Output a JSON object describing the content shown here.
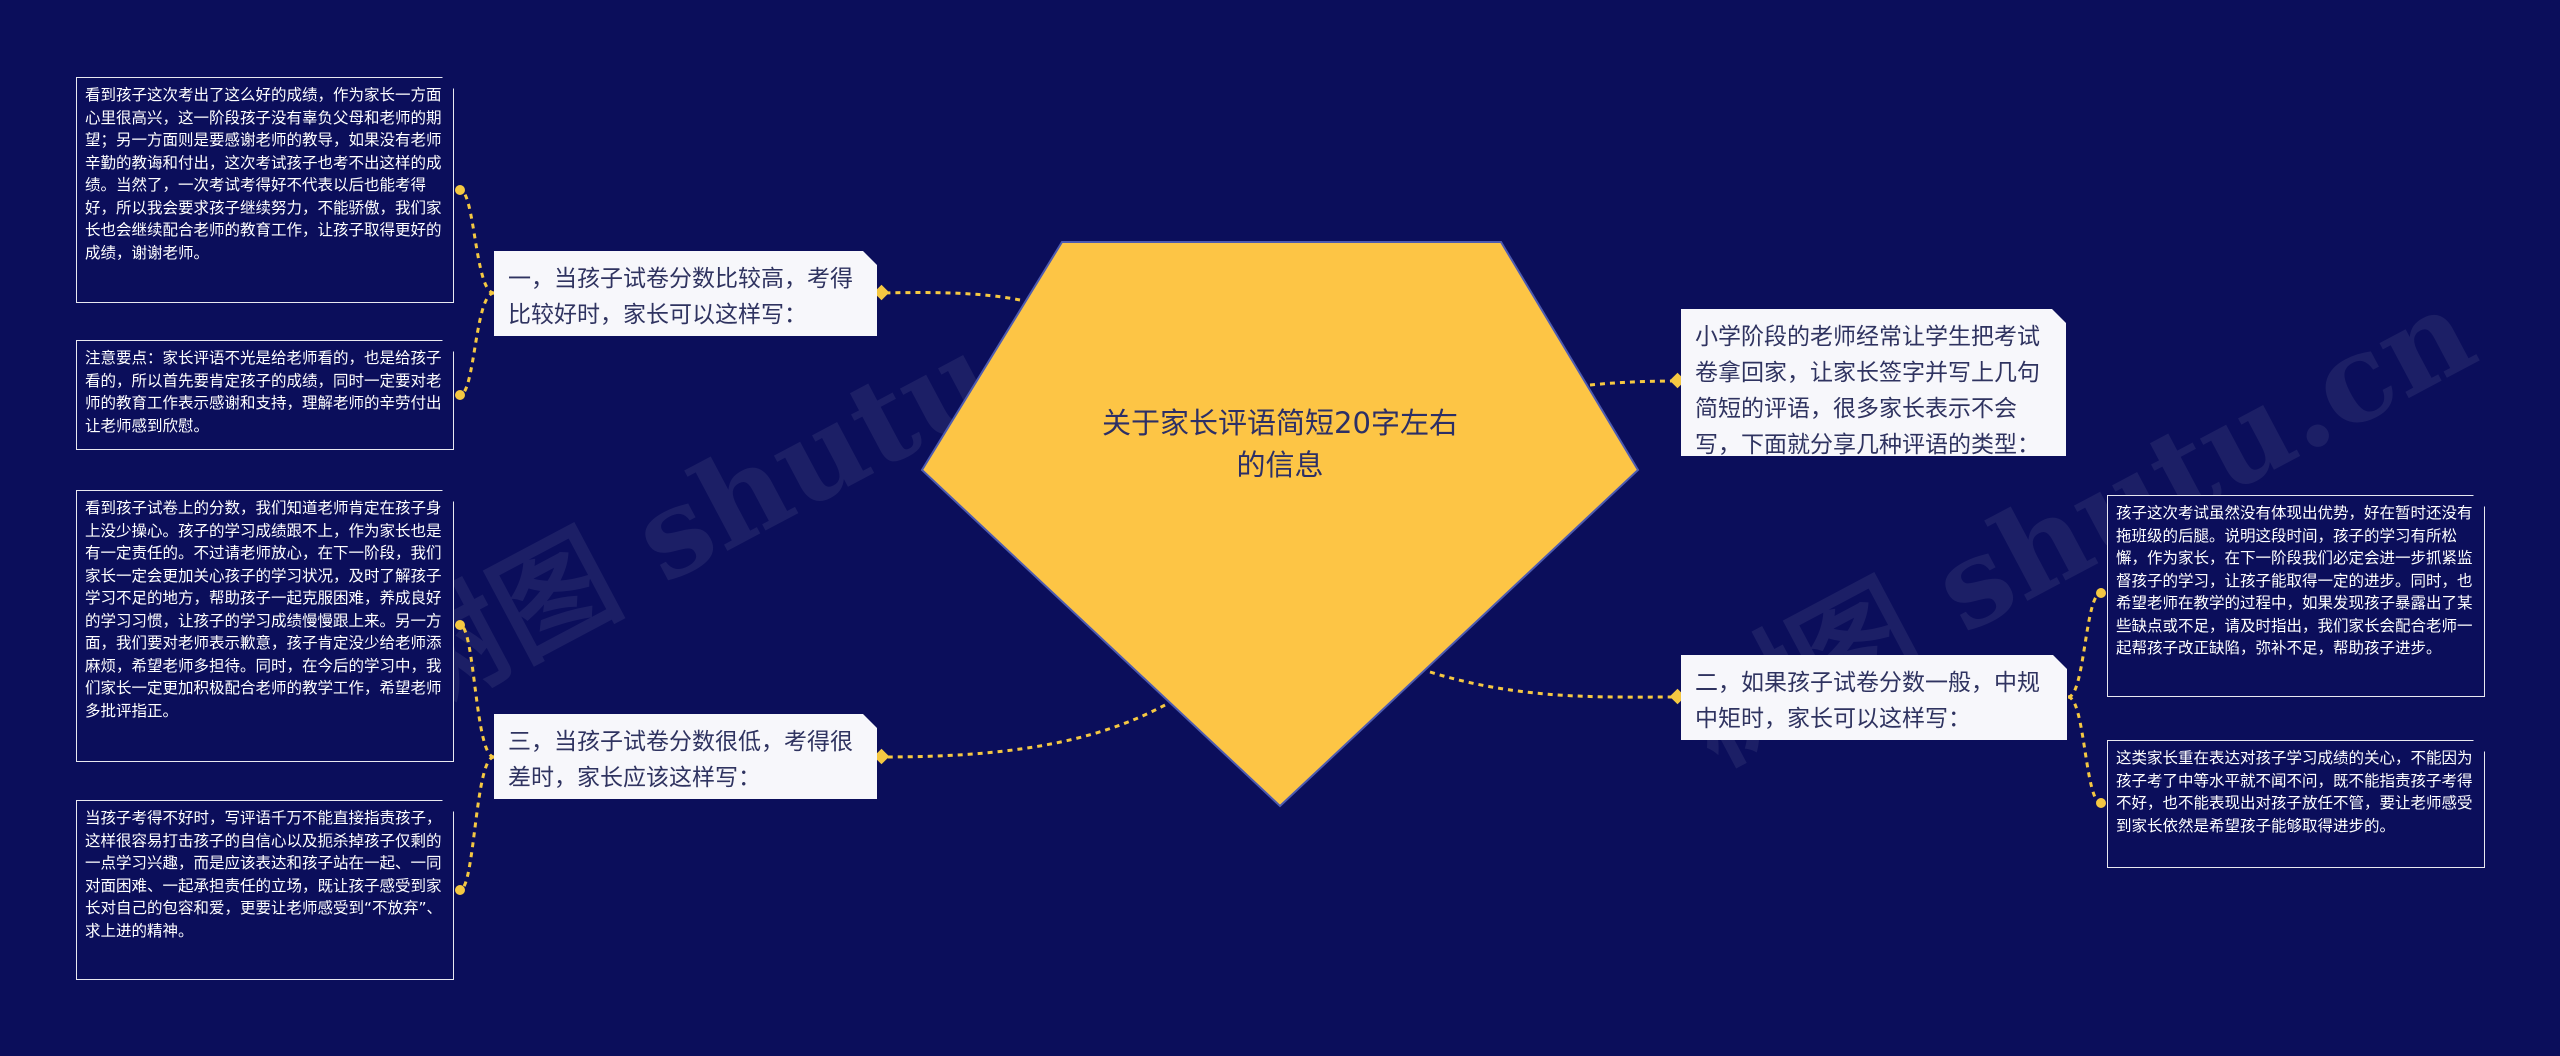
{
  "center": {
    "title": "关于家长评语简短20字左右的信息"
  },
  "colors": {
    "background": "#0b0e5b",
    "center_fill": "#fdc545",
    "connector": "#f5c842",
    "branch_fill": "#f7f7fb",
    "leaf_border": "#e8e8f0"
  },
  "watermark": "树图 shutu.cn",
  "branches": {
    "intro": "小学阶段的老师经常让学生把考试卷拿回家，让家长签字并写上几句简短的评语，很多家长表示不会写，下面就分享几种评语的类型：",
    "high": {
      "label": "一，当孩子试卷分数比较高，考得比较好时，家长可以这样写：",
      "leaves": [
        "看到孩子这次考出了这么好的成绩，作为家长一方面心里很高兴，这一阶段孩子没有辜负父母和老师的期望；另一方面则是要感谢老师的教导，如果没有老师辛勤的教诲和付出，这次考试孩子也考不出这样的成绩。当然了，一次考试考得好不代表以后也能考得好，所以我会要求孩子继续努力，不能骄傲，我们家长也会继续配合老师的教育工作，让孩子取得更好的成绩，谢谢老师。",
        "注意要点：家长评语不光是给老师看的，也是给孩子看的，所以首先要肯定孩子的成绩，同时一定要对老师的教育工作表示感谢和支持，理解老师的辛劳付出让老师感到欣慰。"
      ]
    },
    "low": {
      "label": "三，当孩子试卷分数很低，考得很差时，家长应该这样写：",
      "leaves": [
        "看到孩子试卷上的分数，我们知道老师肯定在孩子身上没少操心。孩子的学习成绩跟不上，作为家长也是有一定责任的。不过请老师放心，在下一阶段，我们家长一定会更加关心孩子的学习状况，及时了解孩子学习不足的地方，帮助孩子一起克服困难，养成良好的学习习惯，让孩子的学习成绩慢慢跟上来。另一方面，我们要对老师表示歉意，孩子肯定没少给老师添麻烦，希望老师多担待。同时，在今后的学习中，我们家长一定更加积极配合老师的教学工作，希望老师多批评指正。",
        "当孩子考得不好时，写评语千万不能直接指责孩子，这样很容易打击孩子的自信心以及扼杀掉孩子仅剩的一点学习兴趣，而是应该表达和孩子站在一起、一同对面困难、一起承担责任的立场，既让孩子感受到家长对自己的包容和爱，更要让老师感受到“不放弃”、求上进的精神。"
      ]
    },
    "mid": {
      "label": "二，如果孩子试卷分数一般，中规中矩时，家长可以这样写：",
      "leaves": [
        "孩子这次考试虽然没有体现出优势，好在暂时还没有拖班级的后腿。说明这段时间，孩子的学习有所松懈，作为家长，在下一阶段我们必定会进一步抓紧监督孩子的学习，让孩子能取得一定的进步。同时，也希望老师在教学的过程中，如果发现孩子暴露出了某些缺点或不足，请及时指出，我们家长会配合老师一起帮孩子改正缺陷，弥补不足，帮助孩子进步。",
        "这类家长重在表达对孩子学习成绩的关心，不能因为孩子考了中等水平就不闻不问，既不能指责孩子考得不好，也不能表现出对孩子放任不管，要让老师感受到家长依然是希望孩子能够取得进步的。"
      ]
    }
  }
}
